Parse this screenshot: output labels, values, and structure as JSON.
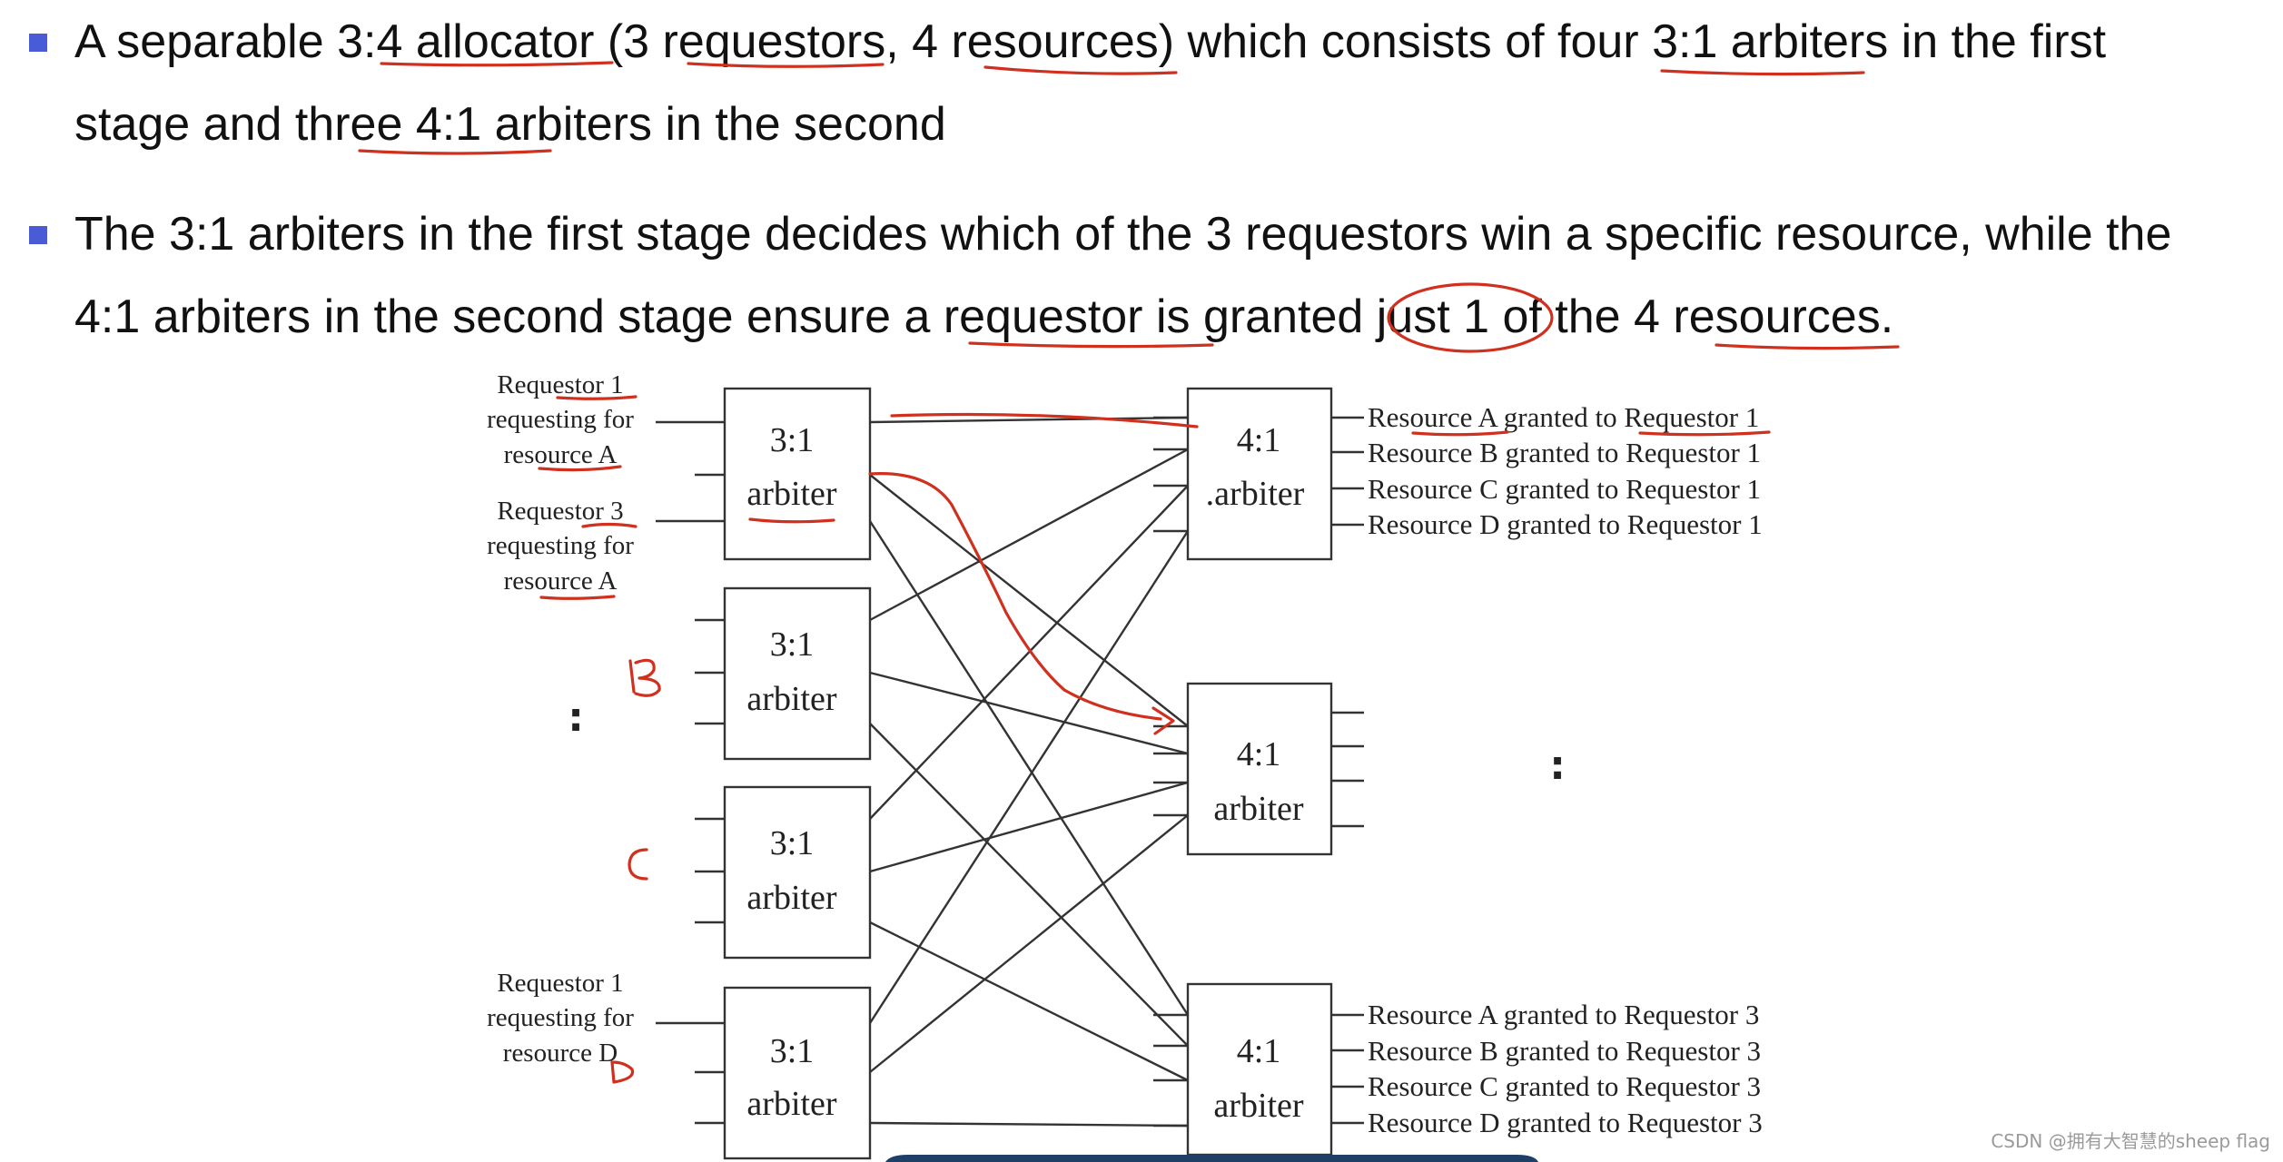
{
  "bullets": [
    {
      "line1": "A separable 3:4 allocator (3 requestors, 4 resources) which consists of four 3:1 arbiters  in the first",
      "line2": "stage and three 4:1 arbiters in the second"
    },
    {
      "line1": "The 3:1 arbiters in the first stage decides which of the 3 requestors win a specific resource, while the",
      "line2": "4:1 arbiters in the second stage ensure a requestor is granted just 1 of the 4 resources."
    }
  ],
  "diagram": {
    "first_stage_arbiters": [
      {
        "ratio": "3:1",
        "label": "arbiter"
      },
      {
        "ratio": "3:1",
        "label": "arbiter"
      },
      {
        "ratio": "3:1",
        "label": "arbiter"
      },
      {
        "ratio": "3:1",
        "label": "arbiter"
      }
    ],
    "second_stage_arbiters": [
      {
        "ratio": "4:1",
        "label": ".arbiter"
      },
      {
        "ratio": "4:1",
        "label": "arbiter"
      },
      {
        "ratio": "4:1",
        "label": "arbiter"
      }
    ],
    "input_labels": {
      "req1_a": [
        "Requestor 1",
        "requesting for",
        "resource A"
      ],
      "req3_a": [
        "Requestor 3",
        "requesting for",
        "resource A"
      ],
      "req1_d": [
        "Requestor 1",
        "requesting for",
        "resource D"
      ]
    },
    "outputs_requestor1": [
      "Resource A granted to Requestor 1",
      "Resource B granted to Requestor 1",
      "Resource C granted to Requestor 1",
      "Resource D granted to Requestor 1"
    ],
    "outputs_requestor3": [
      "Resource A granted to Requestor 3",
      "Resource B granted to Requestor 3",
      "Resource C granted to Requestor 3",
      "Resource D granted to Requestor 3"
    ],
    "ellipsis_left": ":",
    "ellipsis_right": ":",
    "handwritten_b": "B",
    "handwritten_c": "C",
    "handwritten_d": "D"
  },
  "watermark": "CSDN @拥有大智慧的sheep flag",
  "colors": {
    "bullet": "#4a5bd6",
    "annotation": "#d0301e"
  }
}
